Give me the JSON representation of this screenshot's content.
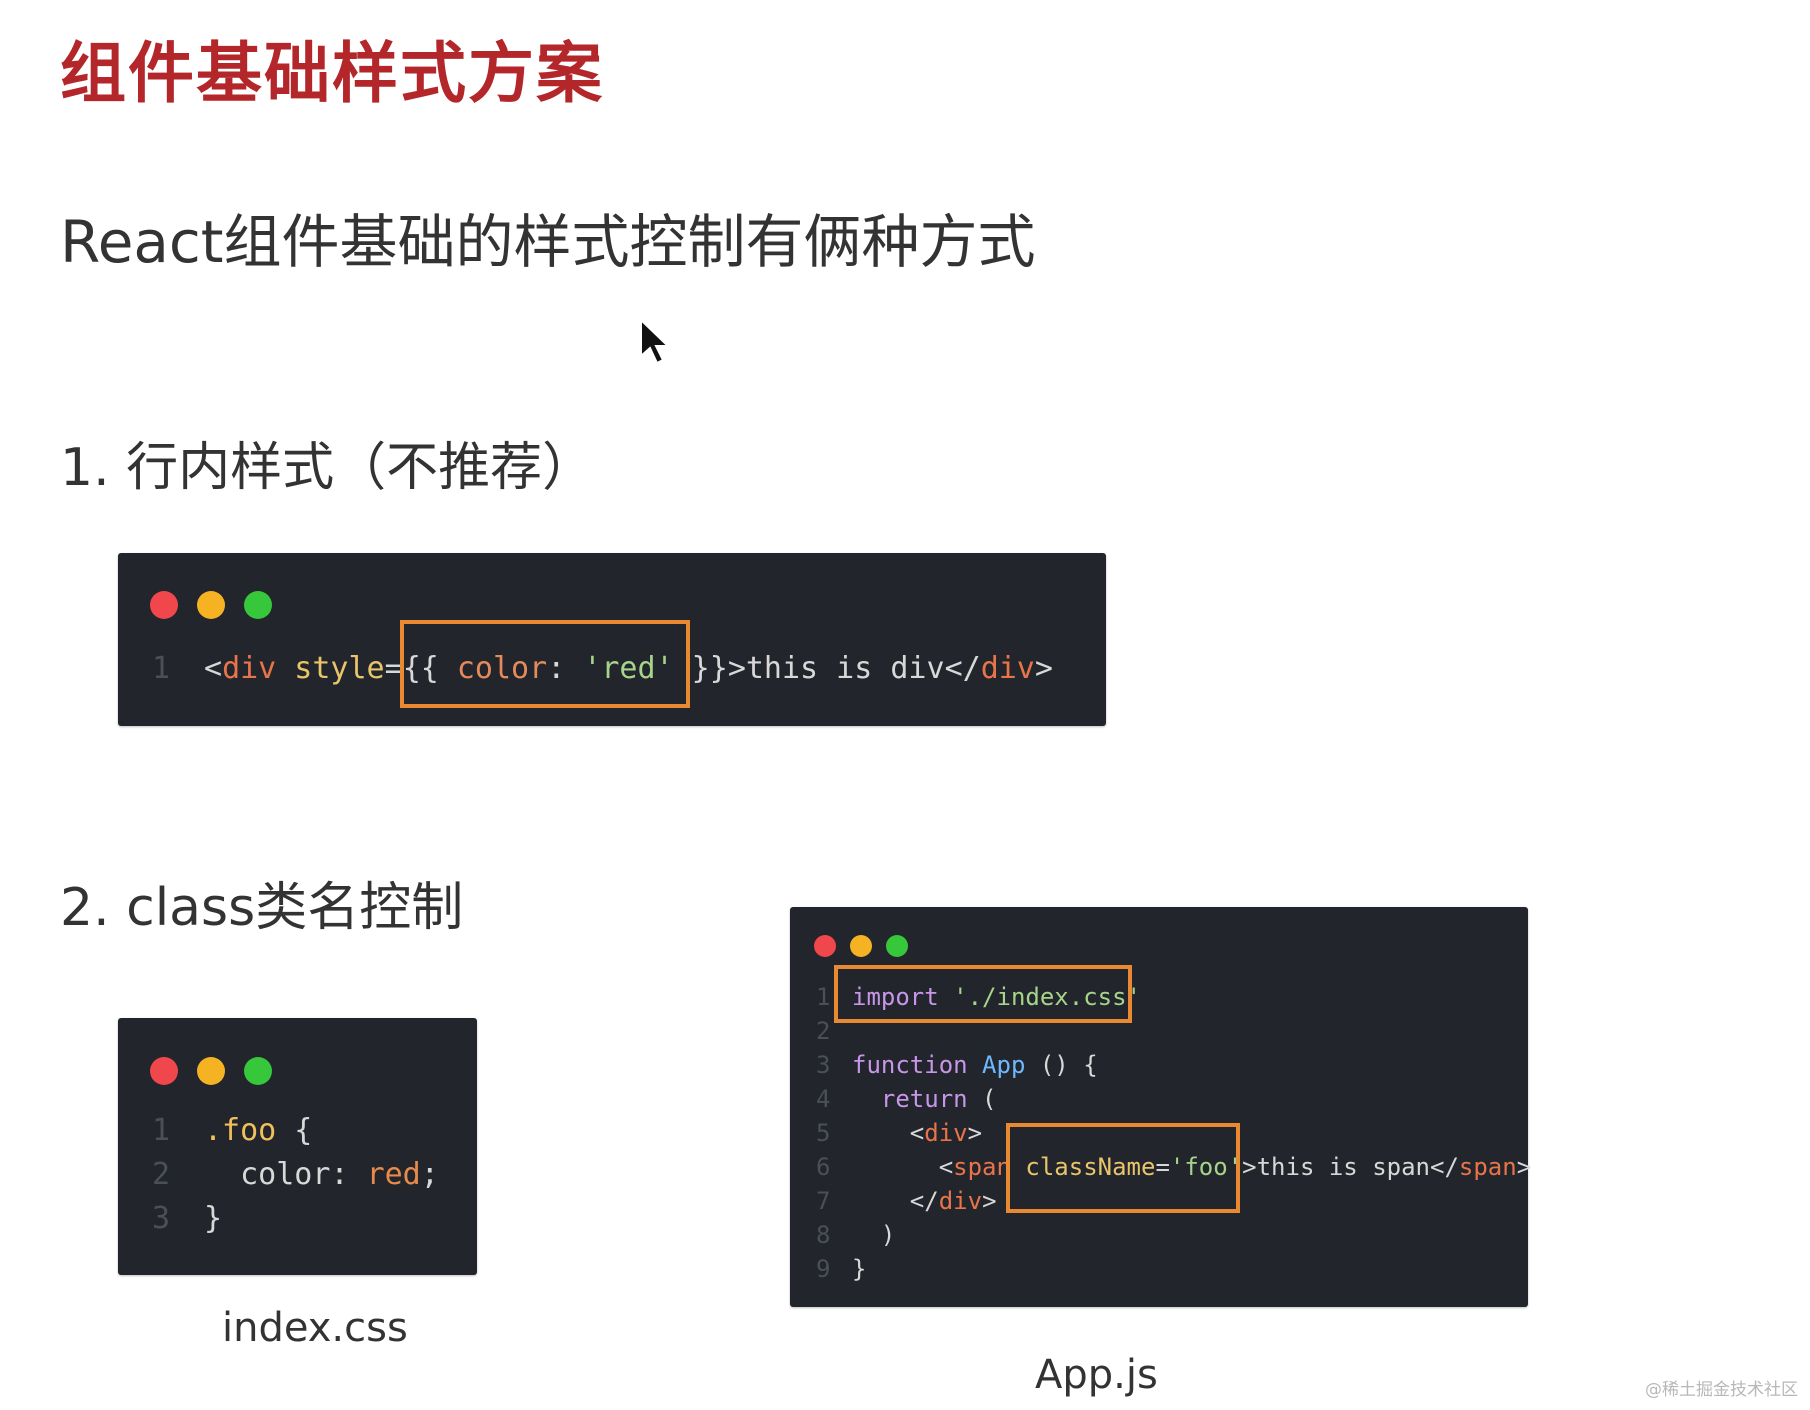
{
  "title": "组件基础样式方案",
  "subtitle": "React组件基础的样式控制有俩种方式",
  "section1": {
    "heading": "1. 行内样式（不推荐）"
  },
  "section2": {
    "heading": "2. class类名控制"
  },
  "inline_code": {
    "lines": [
      {
        "num": "1",
        "tokens": {
          "open": "<",
          "tag": "div",
          "attr": " style",
          "eq": "=",
          "brace_open": "{{ ",
          "prop": "color",
          "colon": ": ",
          "value": "'red'",
          "brace_close": " }}",
          "gt": ">",
          "text": "this is div",
          "close_open": "</",
          "close_tag": "div",
          "close_gt": ">"
        }
      }
    ]
  },
  "css_code": {
    "caption": "index.css",
    "lines": [
      {
        "num": "1",
        "selector": ".foo",
        "rest": " {"
      },
      {
        "num": "2",
        "indent": "  ",
        "prop": "color",
        "colon": ": ",
        "value": "red",
        "semi": ";"
      },
      {
        "num": "3",
        "text": "}"
      }
    ]
  },
  "app_code": {
    "caption": "App.js",
    "lines": [
      {
        "num": "1",
        "kw": "import",
        "str": " './index.css'"
      },
      {
        "num": "2"
      },
      {
        "num": "3",
        "kw": "function",
        "fn": " App",
        "rest": " () {"
      },
      {
        "num": "4",
        "indent": "  ",
        "kw": "return",
        "rest": " ("
      },
      {
        "num": "5",
        "indent": "    ",
        "open": "<",
        "tag": "div",
        "close": ">"
      },
      {
        "num": "6",
        "indent": "      ",
        "open": "<",
        "tag": "span",
        "attr": " className",
        "eq": "=",
        "str": "'foo'",
        "gt": ">",
        "text": "this is span",
        "close_open": "</",
        "close_tag": "span",
        "close_gt": ">"
      },
      {
        "num": "7",
        "indent": "    ",
        "open": "</",
        "tag": "div",
        "close": ">"
      },
      {
        "num": "8",
        "indent": "  ",
        "text": ")"
      },
      {
        "num": "9",
        "text": "}"
      }
    ]
  },
  "watermark": "@稀土掘金技术社区",
  "colors": {
    "title": "#b3262a",
    "code_bg": "#22252b",
    "highlight": "#e98a32",
    "dot_red": "#f0474d",
    "dot_yellow": "#f5b324",
    "dot_green": "#36c73a"
  }
}
